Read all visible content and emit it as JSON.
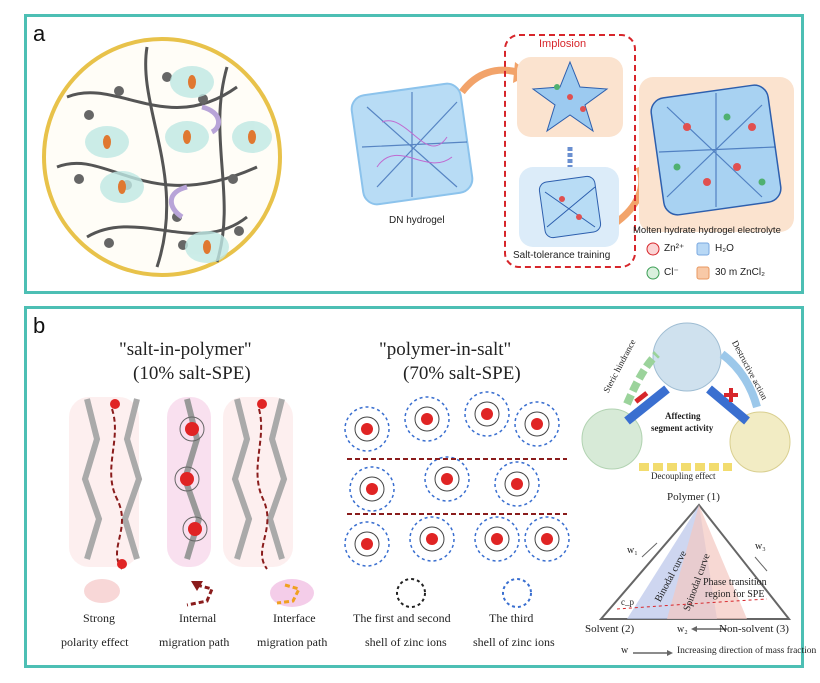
{
  "panel_a": {
    "label": "a",
    "implosion_label": "Implosion",
    "dn_hydrogel_label": "DN hydrogel",
    "salt_training_label": "Salt-tolerance training",
    "molten_label": "Molten hydrate hydrogel electrolyte",
    "legend": {
      "zn": "Zn²⁺",
      "h2o": "H₂O",
      "cl": "Cl⁻",
      "zncl2": "30 m ZnCl₂"
    }
  },
  "panel_b": {
    "label": "b",
    "salt_in_polymer_title": "\"salt-in-polymer\"",
    "salt_in_polymer_sub": "(10% salt-SPE)",
    "polymer_in_salt_title": "\"polymer-in-salt\"",
    "polymer_in_salt_sub": "(70% salt-SPE)",
    "legend": [
      {
        "line1": "Strong",
        "line2": "polarity effect"
      },
      {
        "line1": "Internal",
        "line2": "migration path"
      },
      {
        "line1": "Interface",
        "line2": "migration path"
      },
      {
        "line1": "The first and second",
        "line2": "shell of zinc ions"
      },
      {
        "line1": "The third",
        "line2": "shell of zinc ions"
      }
    ],
    "cycle": {
      "steric": "Steric hindrance",
      "destructive": "Destructive action",
      "center1": "Affecting",
      "center2": "segment activity",
      "decoupling": "Decoupling effect"
    },
    "phase": {
      "polymer": "Polymer (1)",
      "solvent": "Solvent (2)",
      "nonsolvent": "Non-solvent (3)",
      "binodal": "Binodal curve",
      "spinodal": "Spinodal curve",
      "region1": "Phase transition",
      "region2": "region for SPE",
      "w1": "w₁",
      "w2": "w₂",
      "w3": "w₃",
      "cp": "c_p",
      "w_legend_w": "w",
      "w_legend_text": "Increasing direction of mass fraction"
    }
  },
  "colors": {
    "border": "#4dbfb4",
    "gold": "#e8c24a",
    "red_dash": "#d7262b",
    "orange": "#f2a36a",
    "blue_cube": "#8cc3ec",
    "dark_red": "#8a1c1c"
  }
}
